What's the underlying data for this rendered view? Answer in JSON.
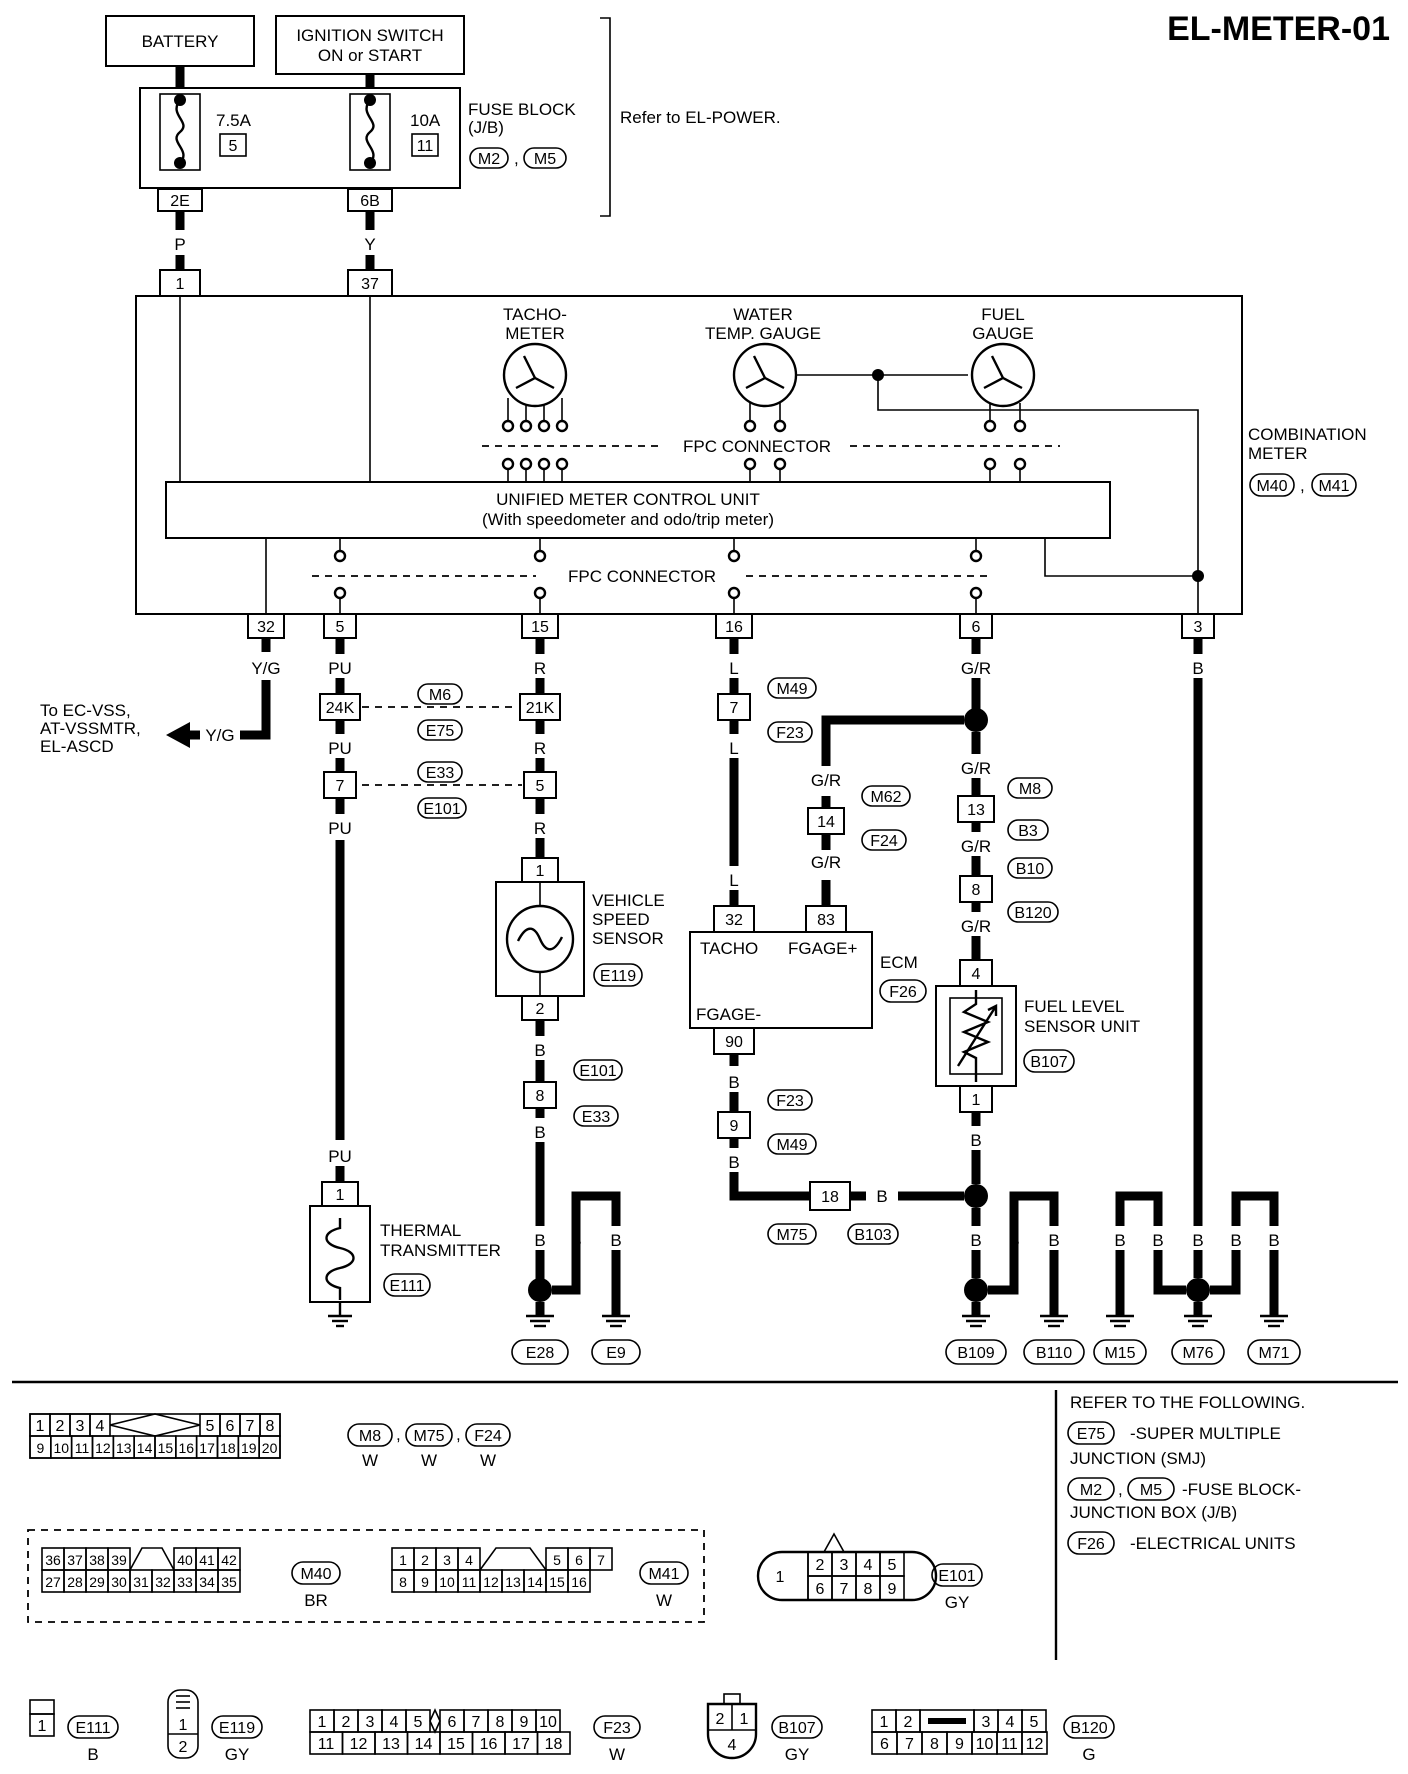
{
  "page_code": "EL-METER-01",
  "power": {
    "battery": "BATTERY",
    "ignition_line1": "IGNITION SWITCH",
    "ignition_line2": "ON or START",
    "fuse1_amp": "7.5A",
    "fuse1_no": "5",
    "fuse2_amp": "10A",
    "fuse2_no": "11",
    "fuse_block_line1": "FUSE BLOCK",
    "fuse_block_line2": "(J/B)",
    "fuse_block_conn1": "M2",
    "fuse_block_conn2": "M5",
    "refer_power": "Refer to EL-POWER.",
    "term1": "2E",
    "term2": "6B",
    "wire1": "P",
    "wire2": "Y",
    "meter_pin1": "1",
    "meter_pin2": "37"
  },
  "meter": {
    "tacho_line1": "TACHO-",
    "tacho_line2": "METER",
    "water_line1": "WATER",
    "water_line2": "TEMP. GAUGE",
    "fuel_line1": "FUEL",
    "fuel_line2": "GAUGE",
    "fpc": "FPC CONNECTOR",
    "unit_line1": "UNIFIED METER CONTROL UNIT",
    "unit_line2": "(With speedometer and odo/trip meter)",
    "combo_line1": "COMBINATION",
    "combo_line2": "METER",
    "combo_conn1": "M40",
    "combo_conn2": "M41",
    "pins": [
      "32",
      "5",
      "15",
      "16",
      "6",
      "3"
    ]
  },
  "circuits": {
    "yg_wire": "Y/G",
    "to_line1": "To EC-VSS,",
    "to_line2": "AT-VSSMTR,",
    "to_line3": "EL-ASCD",
    "pu": "PU",
    "r": "R",
    "l": "L",
    "gr": "G/R",
    "b": "B",
    "c24k": "24K",
    "c21k": "21K",
    "m6": "M6",
    "e75": "E75",
    "c7": "7",
    "c5": "5",
    "e33": "E33",
    "e101": "E101",
    "m49": "M49",
    "f23": "F23",
    "c14": "14",
    "m62": "M62",
    "f24": "F24",
    "c13": "13",
    "m8": "M8",
    "b3": "B3",
    "c8": "8",
    "b10": "B10",
    "b120": "B120",
    "vss_pin1": "1",
    "vss_pin2": "2",
    "vss_line1": "VEHICLE",
    "vss_line2": "SPEED",
    "vss_line3": "SENSOR",
    "e119": "E119",
    "ecm_pin32": "32",
    "ecm_pin83": "83",
    "ecm_pin90": "90",
    "tacho": "TACHO",
    "fgage_plus": "FGAGE+",
    "fgage_minus": "FGAGE-",
    "ecm": "ECM",
    "f26": "F26",
    "fl_pin4": "4",
    "fl_pin1": "1",
    "fl_line1": "FUEL LEVEL",
    "fl_line2": "SENSOR UNIT",
    "b107": "B107",
    "c9": "9",
    "c18": "18",
    "m75": "M75",
    "b103": "B103",
    "therm_pin": "1",
    "therm_line1": "THERMAL",
    "therm_line2": "TRANSMITTER",
    "e111": "E111",
    "e28": "E28",
    "e9": "E9",
    "b109": "B109",
    "b110": "B110",
    "m15": "M15",
    "m76": "M76",
    "m71": "M71"
  },
  "legend": {
    "conn_a_row1": [
      "1",
      "2",
      "3",
      "4",
      "5",
      "6",
      "7",
      "8"
    ],
    "conn_a_row2": [
      "9",
      "10",
      "11",
      "12",
      "13",
      "14",
      "15",
      "16",
      "17",
      "18",
      "19",
      "20"
    ],
    "conn_a_ids": [
      "M8",
      "M75",
      "F24"
    ],
    "w": "W",
    "m40_row1": [
      "36",
      "37",
      "38",
      "39",
      "40",
      "41",
      "42"
    ],
    "m40_row2": [
      "27",
      "28",
      "29",
      "30",
      "31",
      "32",
      "33",
      "34",
      "35"
    ],
    "m40": "M40",
    "br": "BR",
    "m41_row1": [
      "1",
      "2",
      "3",
      "4",
      "5",
      "6",
      "7"
    ],
    "m41_row2": [
      "8",
      "9",
      "10",
      "11",
      "12",
      "13",
      "14",
      "15",
      "16"
    ],
    "m41": "M41",
    "e101_pin1": "1",
    "e101_row1": [
      "2",
      "3",
      "4",
      "5"
    ],
    "e101_row2": [
      "6",
      "7",
      "8",
      "9"
    ],
    "e101": "E101",
    "gy": "GY",
    "e111_pin": "1",
    "e111": "E111",
    "b_color": "B",
    "e119_pins": [
      "1",
      "2"
    ],
    "e119": "E119",
    "f23_row1": [
      "1",
      "2",
      "3",
      "4",
      "5",
      "6",
      "7",
      "8",
      "9",
      "10"
    ],
    "f23_row2": [
      "11",
      "12",
      "13",
      "14",
      "15",
      "16",
      "17",
      "18"
    ],
    "f23": "F23",
    "b107_pins": [
      "2",
      "1",
      "4"
    ],
    "b107": "B107",
    "b120_row1": [
      "1",
      "2",
      "3",
      "4",
      "5"
    ],
    "b120_row2": [
      "6",
      "7",
      "8",
      "9",
      "10",
      "11",
      "12"
    ],
    "b120": "B120",
    "g": "G",
    "refer_title": "REFER TO THE FOLLOWING.",
    "ref1_id": "E75",
    "ref1_line1": "-SUPER MULTIPLE",
    "ref1_line2": "JUNCTION (SMJ)",
    "ref2_id1": "M2",
    "ref2_id2": "M5",
    "ref2_line1": "-FUSE BLOCK-",
    "ref2_line2": "JUNCTION BOX (J/B)",
    "ref3_id": "F26",
    "ref3_line1": "-ELECTRICAL UNITS"
  }
}
